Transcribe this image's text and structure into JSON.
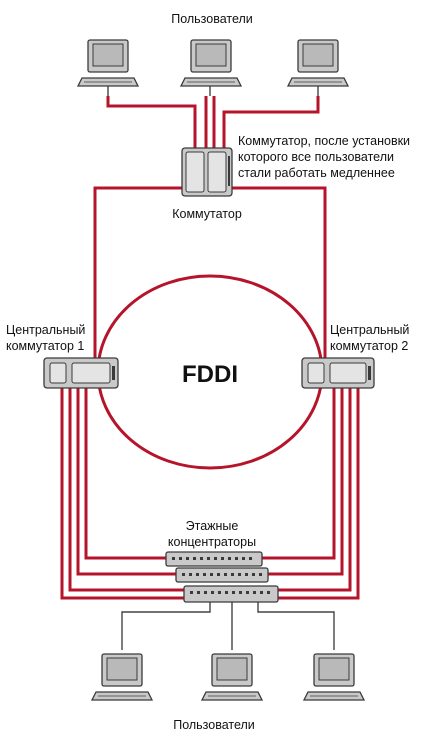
{
  "colors": {
    "link": "#b5142a",
    "cable": "#444444",
    "device_fill": "#c9c9c9",
    "device_stroke": "#3a3a3a",
    "screen_fill": "#b9b9b9",
    "text": "#111111"
  },
  "labels": {
    "users_top": "Пользователи",
    "users_bottom": "Пользователи",
    "switch_note_1": "Коммутатор, после установки",
    "switch_note_2": "которого все пользователи",
    "switch_note_3": "стали работать медленнее",
    "switch": "Коммутатор",
    "central1_line1": "Центральный",
    "central1_line2": "коммутатор 1",
    "central2_line1": "Центральный",
    "central2_line2": "коммутатор 2",
    "ring": "FDDI",
    "hubs_line1": "Этажные",
    "hubs_line2": "концентраторы"
  },
  "icons": {
    "computer": "computer-icon",
    "switch": "switch-icon",
    "hub": "hub-icon"
  }
}
